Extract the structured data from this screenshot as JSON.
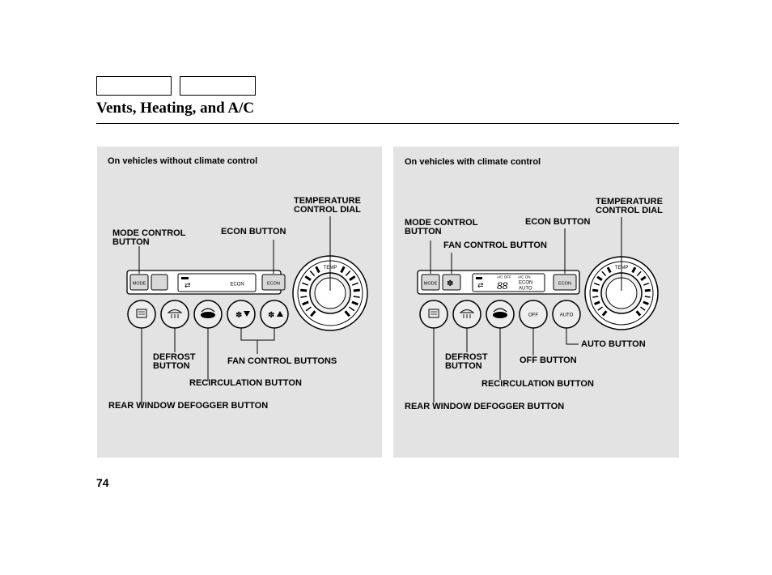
{
  "header": {
    "nav_tabs": [
      "",
      ""
    ],
    "title": "Vents, Heating, and A/C"
  },
  "left_panel": {
    "caption": "On vehicles without climate control",
    "labels": {
      "temperature_dial": "TEMPERATURE\nCONTROL DIAL",
      "mode_button": "MODE CONTROL\nBUTTON",
      "econ_button": "ECON BUTTON",
      "defrost_button": "DEFROST\nBUTTON",
      "fan_control_buttons": "FAN CONTROL BUTTONS",
      "recirculation_button": "RECIRCULATION BUTTON",
      "rear_defogger_button": "REAR WINDOW DEFOGGER BUTTON"
    },
    "panel_text": {
      "mode_key": "MODE",
      "econ_key": "ECON",
      "display_econ": "ECON",
      "dial_temp": "TEMP"
    }
  },
  "right_panel": {
    "caption": "On vehicles with climate control",
    "labels": {
      "temperature_dial": "TEMPERATURE\nCONTROL DIAL",
      "mode_button": "MODE CONTROL\nBUTTON",
      "econ_button": "ECON BUTTON",
      "fan_control_button": "FAN CONTROL BUTTON",
      "auto_button": "AUTO BUTTON",
      "defrost_button": "DEFROST\nBUTTON",
      "off_button": "OFF BUTTON",
      "recirculation_button": "RECIRCULATION BUTTON",
      "rear_defogger_button": "REAR WINDOW DEFOGGER BUTTON"
    },
    "panel_text": {
      "mode_key": "MODE",
      "econ_key": "ECON",
      "off_key": "OFF",
      "auto_key": "AUTO",
      "display_ac_off": "A/C OFF",
      "display_ac_on": "A/C ON",
      "display_digits": "88",
      "display_econ": "ECON",
      "display_auto": "AUTO",
      "dial_temp": "TEMP"
    }
  },
  "footer": {
    "page_number": "74"
  },
  "colors": {
    "panel_bg": "#e3e3e3",
    "ink": "#000000"
  }
}
